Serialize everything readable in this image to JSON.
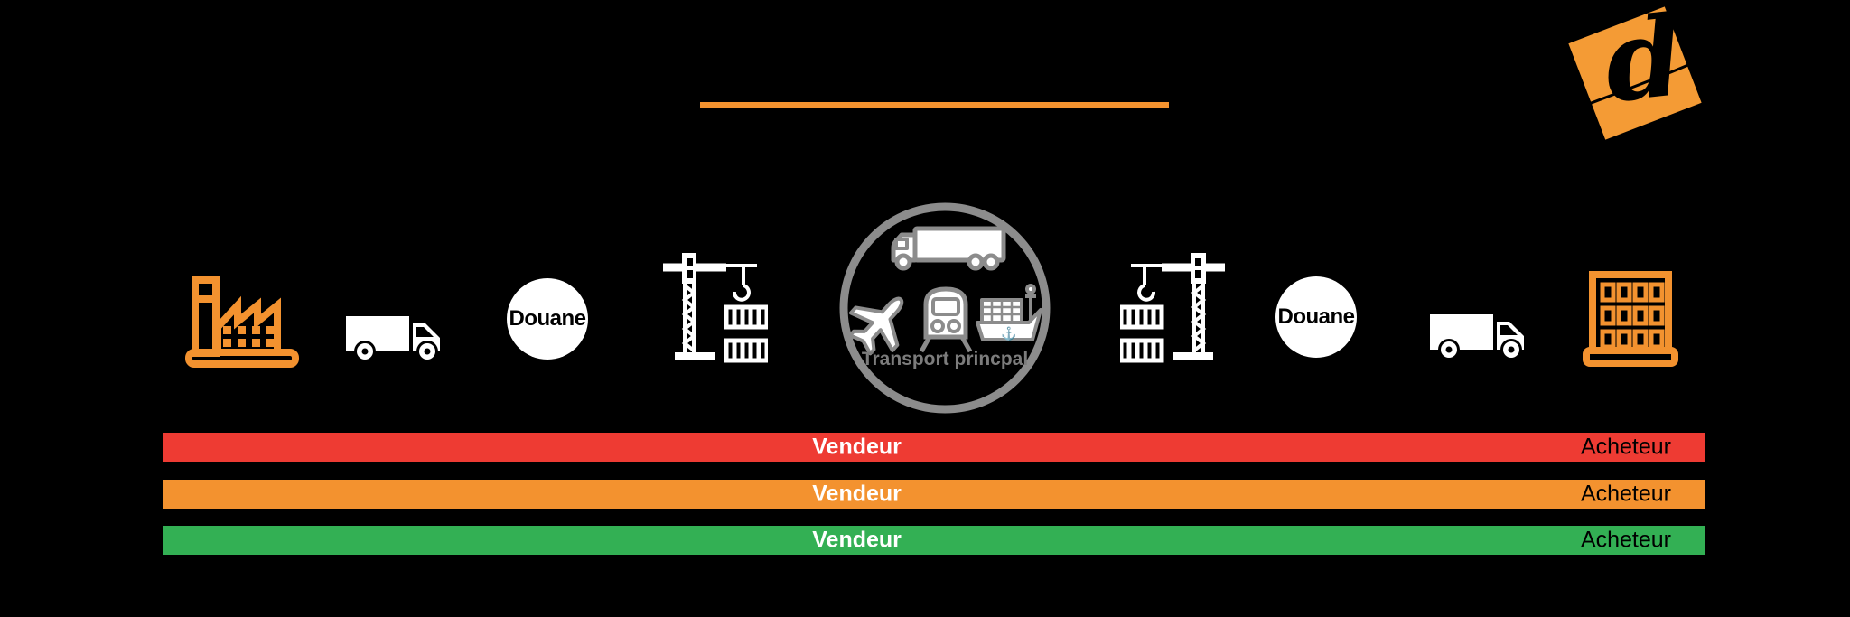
{
  "page": {
    "background": "#000000"
  },
  "header": {
    "underline_color": "#F3922F"
  },
  "logo": {
    "letter": "d",
    "square_color": "#F49B35"
  },
  "icons": {
    "flow_sequence": [
      "factory-icon",
      "delivery-truck-icon",
      "customs-circle",
      "container-crane-icon",
      "main-transport-circle",
      "container-crane-icon",
      "customs-circle",
      "delivery-truck-icon",
      "office-building-icon"
    ],
    "transport_modes": [
      "semi-truck-icon",
      "airplane-icon",
      "train-icon",
      "container-ship-icon"
    ]
  },
  "colors": {
    "icon_orange": "#F3922F",
    "icon_white": "#FFFFFF",
    "icon_gray": "#8C8C8C"
  },
  "customs": {
    "export": {
      "label": "Douane"
    },
    "import": {
      "label": "Douane"
    }
  },
  "transport_circle": {
    "label": "Transport princpal",
    "ring_color": "#8C8C8C",
    "label_color": "#7C7C7C"
  },
  "bars": {
    "rows": [
      {
        "id": "red",
        "color": "#EE3B33",
        "seller": "Vendeur",
        "buyer": "Acheteur"
      },
      {
        "id": "orange",
        "color": "#F3922F",
        "seller": "Vendeur",
        "buyer": "Acheteur"
      },
      {
        "id": "green",
        "color": "#33B054",
        "seller": "Vendeur",
        "buyer": "Acheteur"
      }
    ]
  }
}
